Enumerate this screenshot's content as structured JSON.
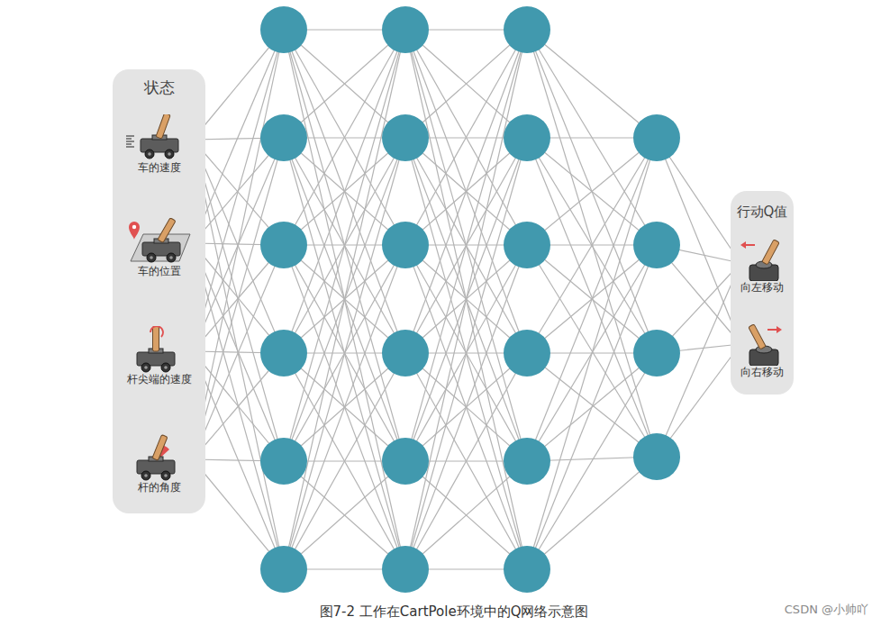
{
  "diagram": {
    "caption": "图7-2 工作在CartPole环境中的Q网络示意图",
    "nodes": [
      {
        "text": [
          "状态"
        ]
      },
      {
        "text": [
          "车的速度"
        ],
        "in": 0
      },
      {
        "text": [
          "车的位置"
        ],
        "in": 0
      },
      {
        "text": [
          "杆尖端的速度"
        ],
        "in": 0
      },
      {
        "text": [
          "杆的角度"
        ],
        "in": 0
      },
      {
        "text": [
          "行动Q值"
        ]
      },
      {
        "text": [
          "向左移动"
        ],
        "in": 5
      },
      {
        "text": [
          "向右移动"
        ],
        "in": 5
      }
    ],
    "labels": [
      "CSDN @小帅吖"
    ]
  }
}
